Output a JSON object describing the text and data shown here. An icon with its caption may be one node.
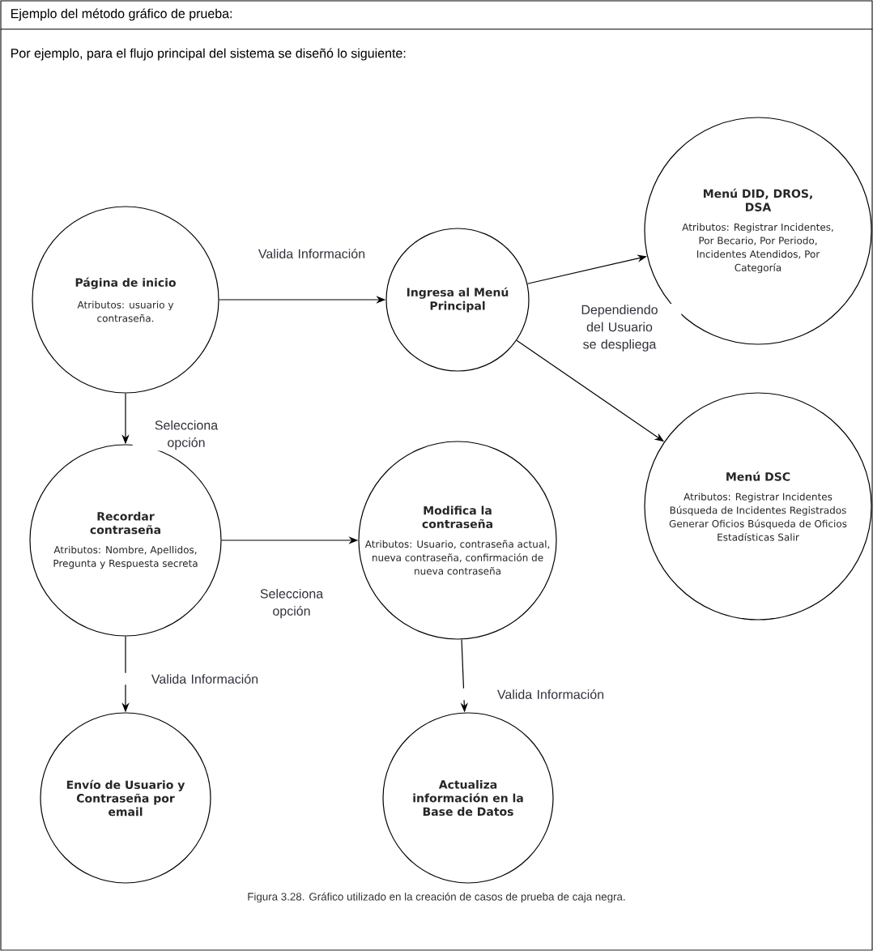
{
  "diagram": {
    "title": "Ejemplo del método gráfico de prueba:",
    "caption": "Figura 3.28.  Gráfico utilizado en la creación de casos de prueba de caja negra.",
    "labels": [
      "Por ejemplo, para el flujo principal del sistema se diseñó lo siguiente:"
    ],
    "nodes": [
      {
        "text": [
          "Página de inicio",
          "Atributos: usuario y contraseña."
        ]
      },
      {
        "text": [
          "Ingresa al Menú Principal"
        ]
      },
      {
        "text": [
          "Menú DID, DROS, DSA",
          "Atributos: Registrar Incidentes, Por Becario, Por Periodo, Incidentes Atendidos, Por Categoría"
        ]
      },
      {
        "text": [
          "Menú DSC",
          "Atributos: Registrar Incidentes Búsqueda de Incidentes Registrados Generar Oficios Búsqueda de Oficios Estadísticas Salir"
        ]
      },
      {
        "text": [
          "Recordar contraseña",
          "Atributos: Nombre, Apellidos, Pregunta y Respuesta secreta"
        ]
      },
      {
        "text": [
          "Modifica la contraseña",
          "Atributos: Usuario, contraseña actual, nueva contraseña, confirmación de nueva contraseña"
        ]
      },
      {
        "text": [
          "Envío de Usuario y Contraseña por email"
        ]
      },
      {
        "text": [
          "Actualiza información en la Base de Datos"
        ]
      }
    ],
    "edges": [
      {
        "from": 0,
        "to": 1,
        "arrow": "to",
        "label": "Valida Información"
      },
      {
        "from": 1,
        "to": 2,
        "arrow": "to"
      },
      {
        "from": 1,
        "to": 3,
        "arrow": "to",
        "label": "Dependiendo del Usuario se despliega"
      },
      {
        "from": 0,
        "to": 4,
        "arrow": "to",
        "label": "Selecciona opción"
      },
      {
        "from": 4,
        "to": 5,
        "arrow": "to",
        "label": "Selecciona opción"
      },
      {
        "from": 4,
        "to": 6,
        "arrow": "to",
        "label": "Valida Información"
      },
      {
        "from": 5,
        "to": 7,
        "arrow": "to",
        "label": "Valida Información"
      }
    ]
  }
}
